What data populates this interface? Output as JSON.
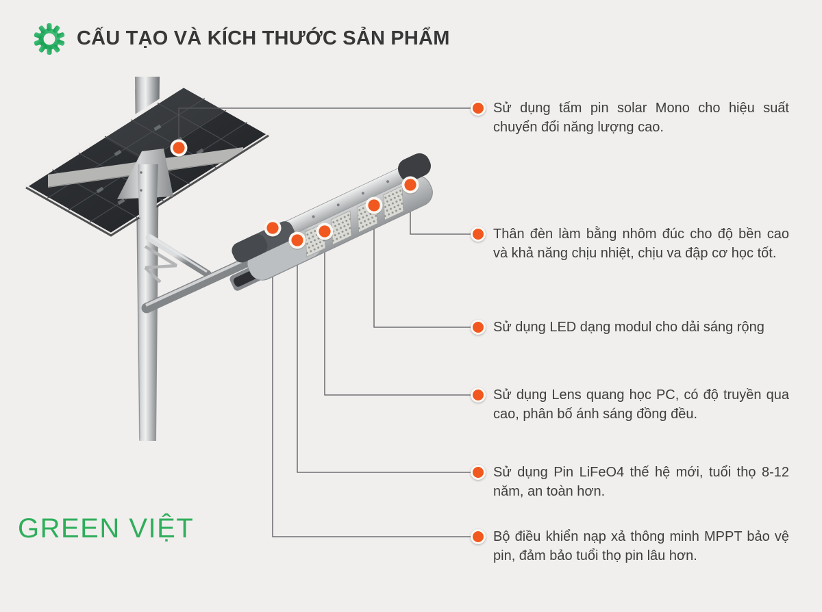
{
  "page": {
    "background_color": "#f0efed"
  },
  "header": {
    "icon": "gear-icon",
    "title": "CẤU TẠO VÀ KÍCH THƯỚC SẢN PHẨM",
    "title_color": "#373737",
    "icon_gradient": [
      "#0e9a4a",
      "#4fc583"
    ]
  },
  "callouts": [
    {
      "marker": "orange-dot",
      "text": "Sử dụng tấm pin solar Mono cho hiệu suất chuyển đổi năng lượng cao."
    },
    {
      "marker": "orange-dot",
      "text": "Thân đèn làm bằng nhôm đúc cho độ bền cao và khả năng chịu nhiệt, chịu va đập cơ học tốt."
    },
    {
      "marker": "orange-dot",
      "text": "Sử dụng LED dạng modul cho dải sáng rộng"
    },
    {
      "marker": "orange-dot",
      "text": "Sử dụng Lens quang học PC, có độ truyền qua cao, phân bố ánh sáng đồng đều."
    },
    {
      "marker": "orange-dot",
      "text": "Sử dụng Pin LiFeO4 thế hệ mới, tuổi thọ 8-12 năm, an toàn hơn."
    },
    {
      "marker": "orange-dot",
      "text": "Bộ điều khiển nạp xả thông minh MPPT bảo vệ pin, đảm bảo tuổi thọ pin lâu hơn."
    }
  ],
  "callout_style": {
    "marker_color": "#f1581f",
    "marker_ring_color": "#fbf8f4",
    "line_color": "#56575b",
    "text_color": "#3e3e3e"
  },
  "illustration": {
    "subject": "solar-street-light",
    "parts": [
      "solar-panel",
      "pole",
      "mounting-arm",
      "lamp-head",
      "led-modules"
    ],
    "product_marker_count": 6
  },
  "brand": {
    "text": "GREEN VIỆT",
    "color": "#2fae5b"
  }
}
